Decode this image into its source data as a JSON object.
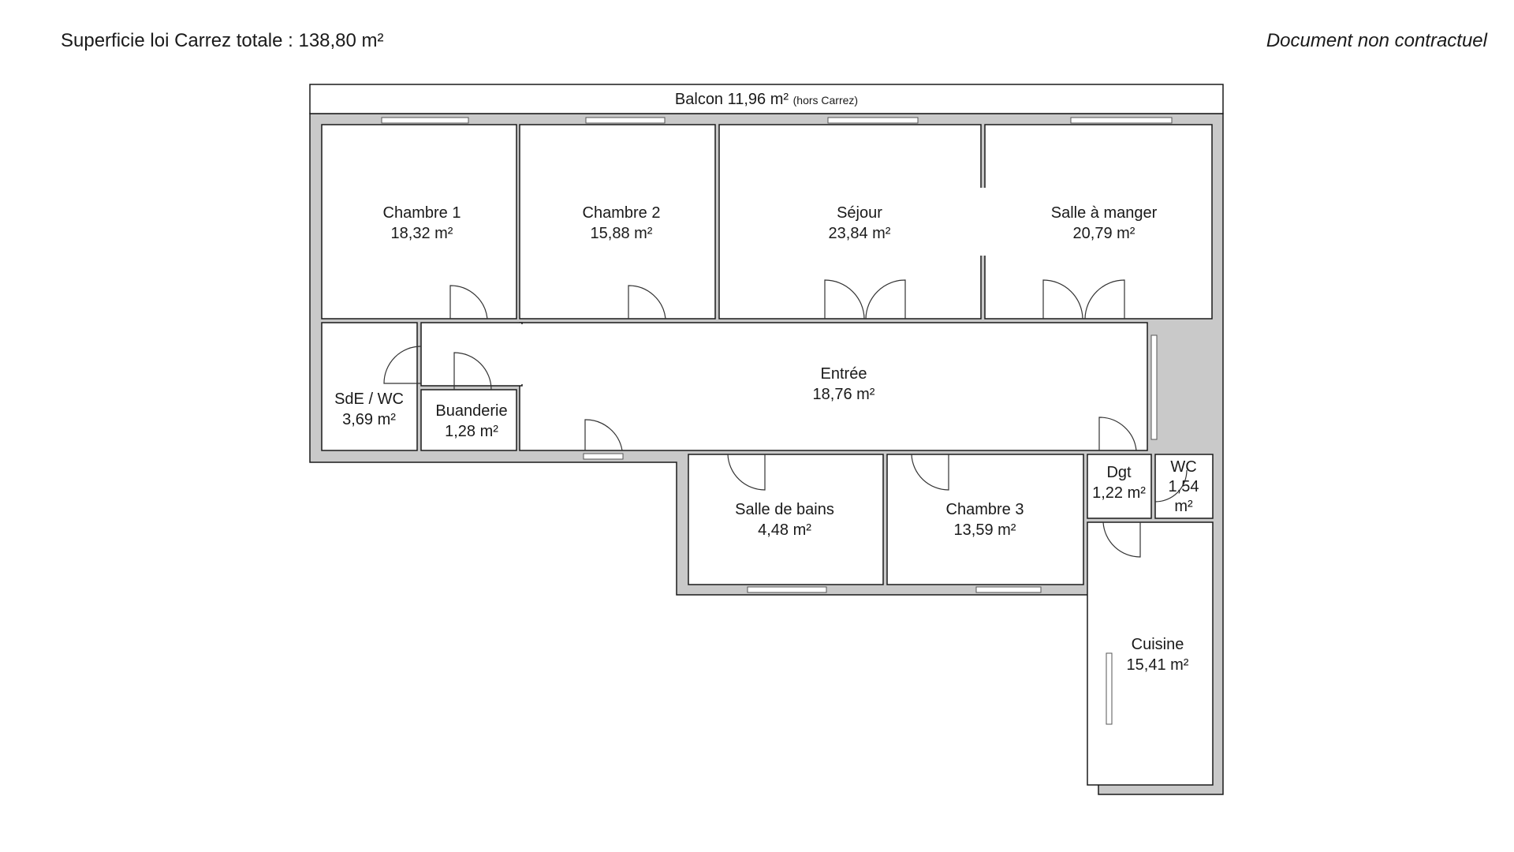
{
  "header": {
    "total_area": "Superficie loi Carrez totale :  138,80 m²",
    "disclaimer": "Document non contractuel"
  },
  "balcony": {
    "name": "Balcon 11,96 m²",
    "note": "(hors Carrez)"
  },
  "rooms": [
    {
      "id": "chambre-1",
      "name": "Chambre 1",
      "area": "18,32 m²"
    },
    {
      "id": "chambre-2",
      "name": "Chambre 2",
      "area": "15,88 m²"
    },
    {
      "id": "sejour",
      "name": "Séjour",
      "area": "23,84 m²"
    },
    {
      "id": "salle-a-manger",
      "name": "Salle à manger",
      "area": "20,79 m²"
    },
    {
      "id": "entree",
      "name": "Entrée",
      "area": "18,76 m²"
    },
    {
      "id": "sde-wc",
      "name": "SdE / WC",
      "area": "3,69 m²"
    },
    {
      "id": "buanderie",
      "name": "Buanderie",
      "area": "1,28 m²"
    },
    {
      "id": "salle-de-bains",
      "name": "Salle de bains",
      "area": "4,48 m²"
    },
    {
      "id": "chambre-3",
      "name": "Chambre 3",
      "area": "13,59 m²"
    },
    {
      "id": "dgt",
      "name": "Dgt",
      "area": "1,22 m²"
    },
    {
      "id": "wc",
      "name": "WC",
      "area": "1,54",
      "area_unit": "m²"
    },
    {
      "id": "cuisine",
      "name": "Cuisine",
      "area": "15,41 m²"
    }
  ],
  "colors": {
    "wall": "#c9c9c9",
    "line": "#1a1a1a",
    "room": "#ffffff"
  }
}
